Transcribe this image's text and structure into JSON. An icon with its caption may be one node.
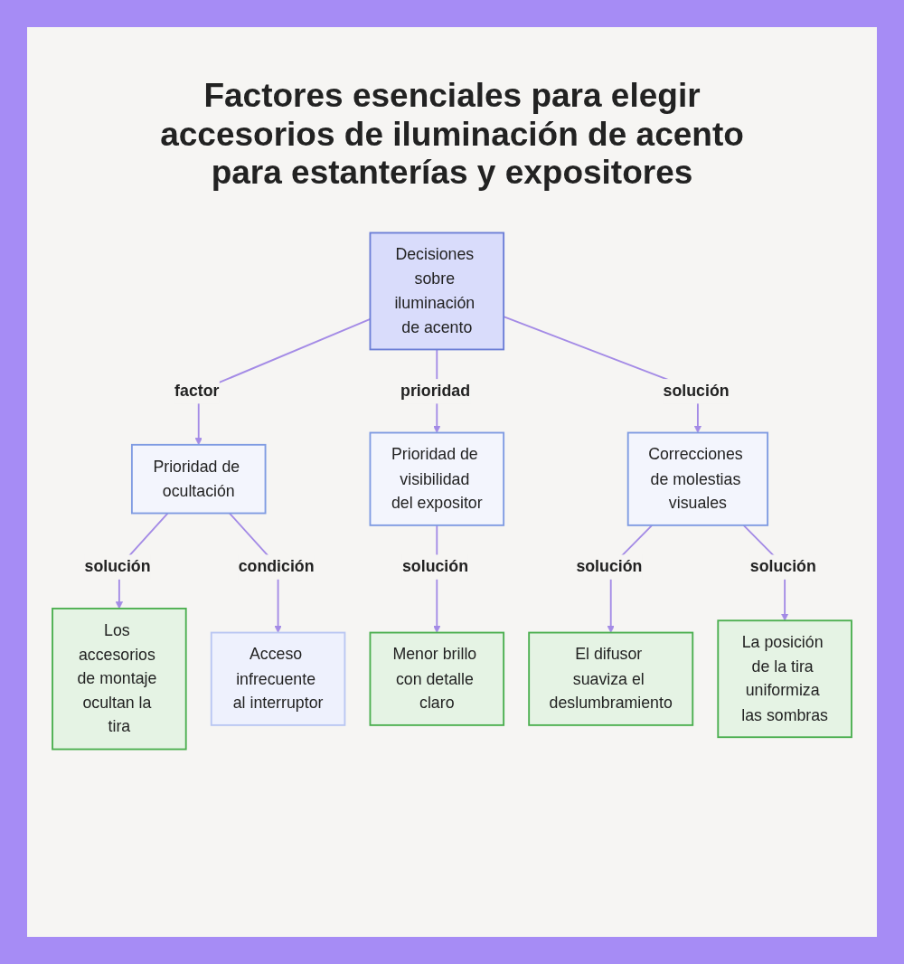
{
  "diagram": {
    "title": "Factores esenciales para elegir accesorios de iluminación de acento para estanterías y expositores",
    "nodes": [
      {
        "text": [
          "Decisiones sobre iluminación de acento"
        ]
      },
      {
        "text": [
          "Prioridad de ocultación"
        ]
      },
      {
        "text": [
          "Prioridad de visibilidad del expositor"
        ]
      },
      {
        "text": [
          "Correcciones de molestias visuales"
        ]
      },
      {
        "text": [
          "Los accesorios de montaje ocultan la tira"
        ]
      },
      {
        "text": [
          "Acceso infrecuente al interruptor"
        ]
      },
      {
        "text": [
          "Menor brillo con detalle claro"
        ]
      },
      {
        "text": [
          "El difusor suaviza el deslumbramiento"
        ]
      },
      {
        "text": [
          "La posición de la tira uniformiza las sombras"
        ]
      }
    ],
    "edges": [
      {
        "from": 0,
        "to": 1,
        "arrow": "to",
        "label": "factor"
      },
      {
        "from": 0,
        "to": 2,
        "arrow": "to",
        "label": "prioridad"
      },
      {
        "from": 0,
        "to": 3,
        "arrow": "to",
        "label": "solución"
      },
      {
        "from": 1,
        "to": 4,
        "arrow": "to",
        "label": "solución"
      },
      {
        "from": 1,
        "to": 5,
        "arrow": "to",
        "label": "condición"
      },
      {
        "from": 2,
        "to": 6,
        "arrow": "to",
        "label": "solución"
      },
      {
        "from": 3,
        "to": 7,
        "arrow": "to",
        "label": "solución"
      },
      {
        "from": 3,
        "to": 8,
        "arrow": "to",
        "label": "solución"
      }
    ]
  }
}
